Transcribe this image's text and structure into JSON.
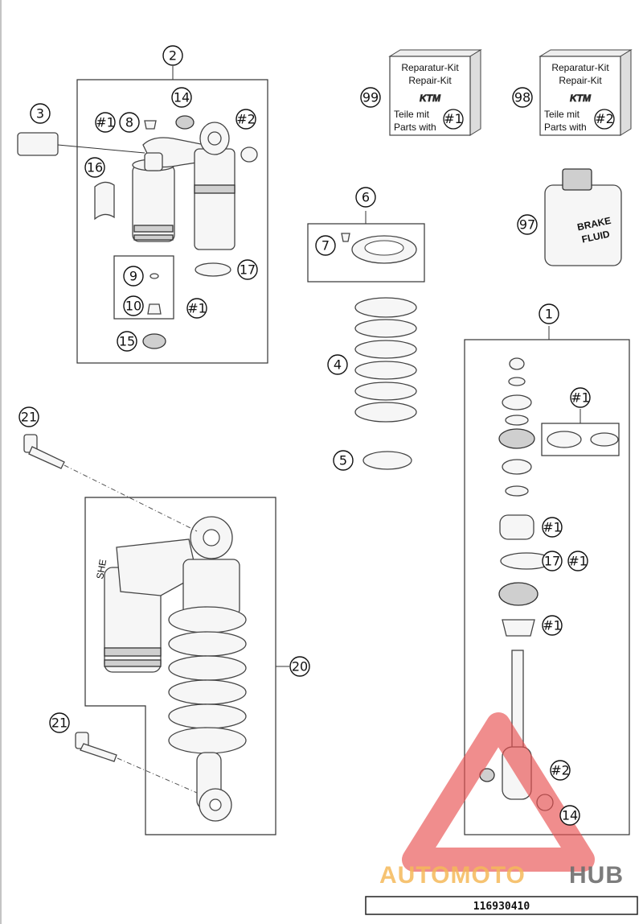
{
  "callouts": {
    "c1": "1",
    "c2": "2",
    "c3": "3",
    "c4": "4",
    "c5": "5",
    "c6": "6",
    "c7": "7",
    "c8": "8",
    "c9": "9",
    "c10": "10",
    "c14": "14",
    "c15": "15",
    "c16": "16",
    "c17": "17",
    "c20": "20",
    "c21": "21",
    "c97": "97",
    "c98": "98",
    "c99": "99",
    "k1": "#1",
    "k2": "#2"
  },
  "repair_kit_99": {
    "line1": "Reparatur-Kit",
    "line2": "Repair-Kit",
    "logo": "KTM",
    "line3": "Teile mit",
    "line4": "Parts with",
    "ref": "#1"
  },
  "repair_kit_98": {
    "line1": "Reparatur-Kit",
    "line2": "Repair-Kit",
    "logo": "KTM",
    "line3": "Teile mit",
    "line4": "Parts with",
    "ref": "#2"
  },
  "brake_fluid": {
    "line1": "BRAKE",
    "line2": "FLUID"
  },
  "cylinder_label": "SHE",
  "watermark": {
    "part1": "AUTOMOTO",
    "part2": "HUB",
    "color1": "#f5b95a",
    "color2": "#6e6e6e",
    "triangle_color": "#e85050"
  },
  "diagram_code": "116930410"
}
